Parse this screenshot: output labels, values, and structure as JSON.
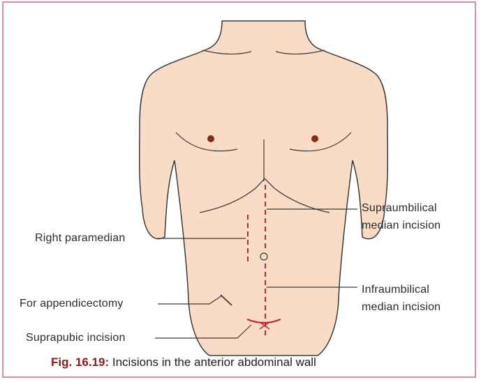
{
  "diagram": {
    "labels": {
      "supraumbilical_line1": "Supraumbilical",
      "supraumbilical_line2": "median incision",
      "infraumbilical_line1": "Infraumbilical",
      "infraumbilical_line2": "median incision",
      "right_paramedian": "Right paramedian",
      "appendicectomy": "For appendicectomy",
      "suprapubic": "Suprapubic incision"
    },
    "caption": {
      "figure_number": "Fig. 16.19:",
      "text": "Incisions in the anterior abdominal wall"
    }
  },
  "colors": {
    "skin": "#f8dcc6",
    "outline": "#3a3a3a",
    "incision": "#c4233a",
    "nipple": "#8a2a14",
    "border": "#e48aa6"
  }
}
